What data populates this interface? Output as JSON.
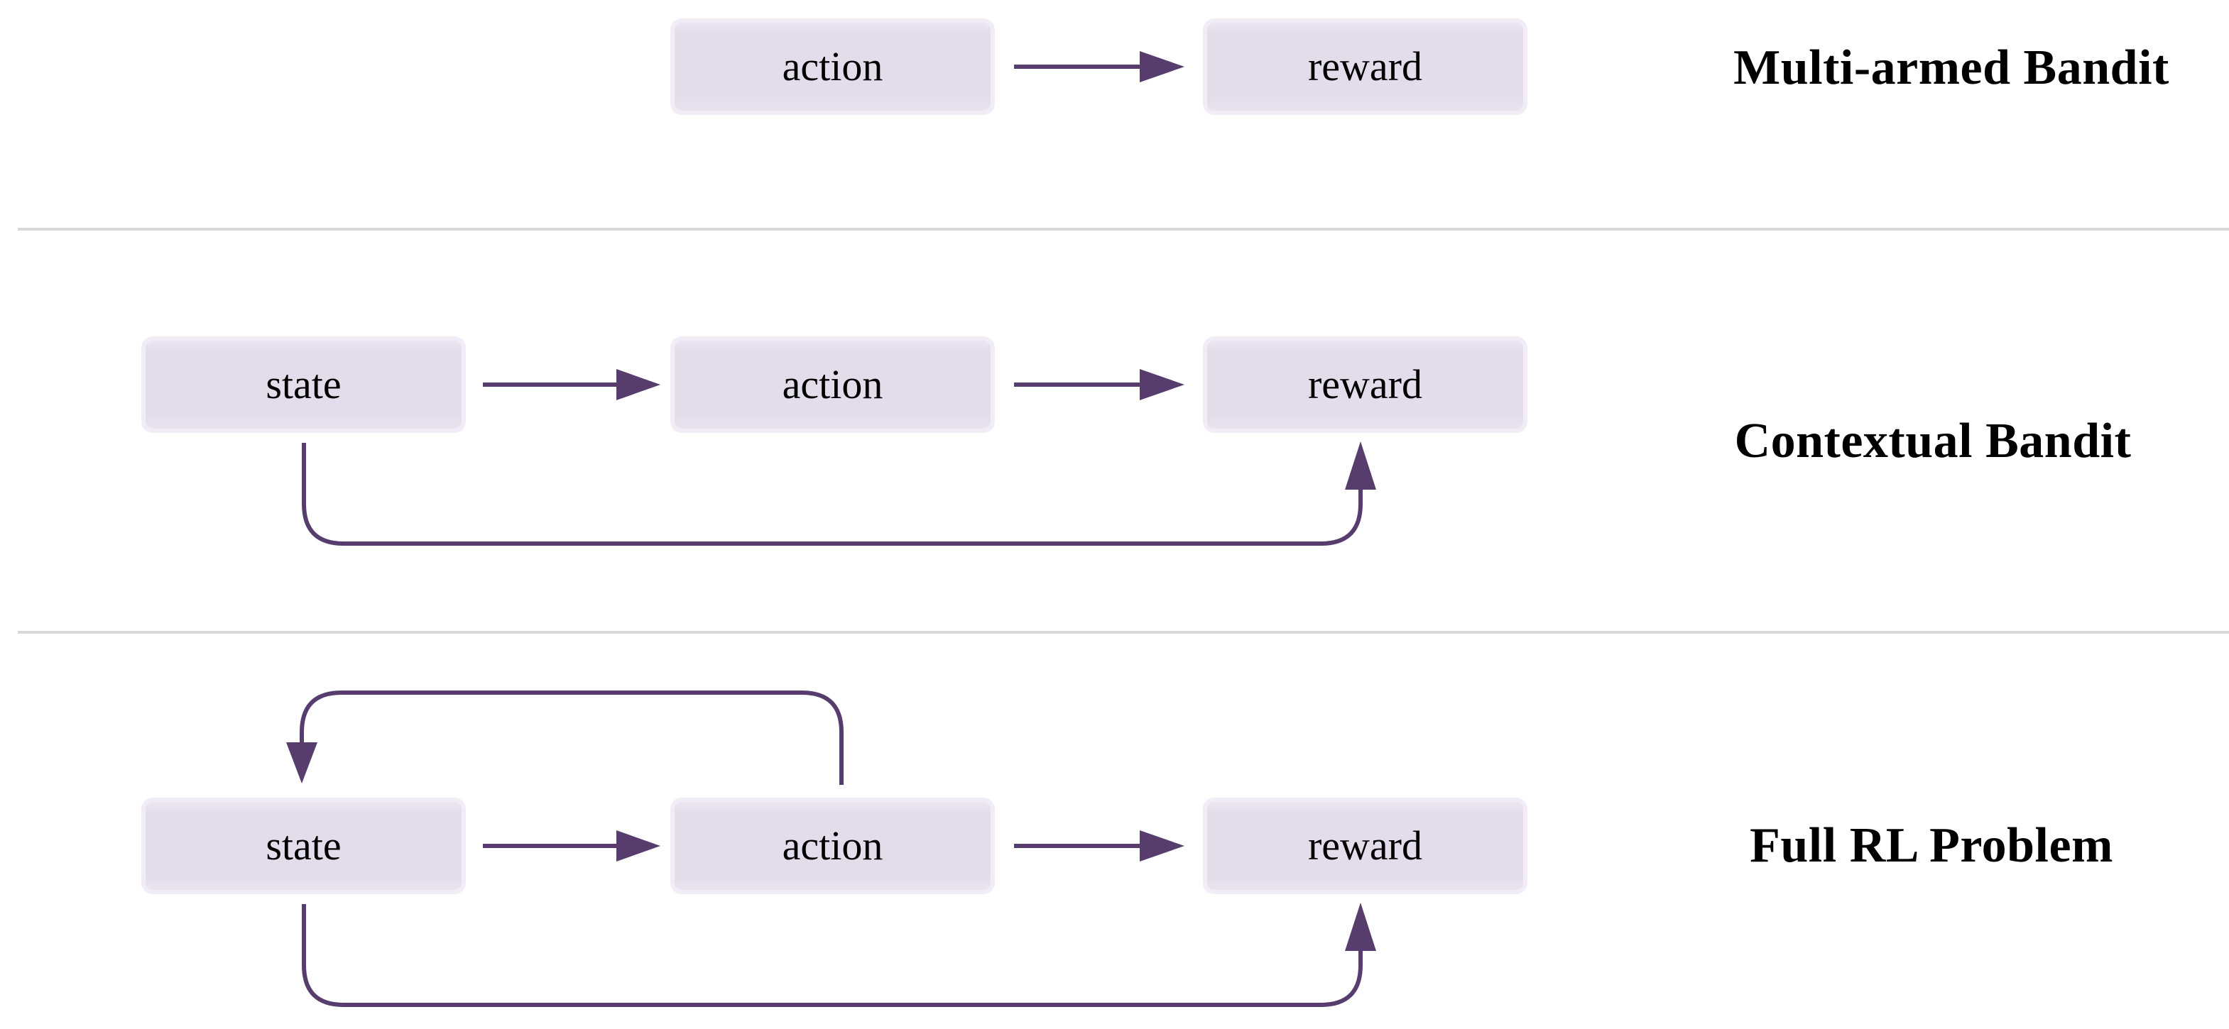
{
  "colors": {
    "background": "#ffffff",
    "box_fill": "#e3dceb",
    "box_edge": "#f1ecf6",
    "arrow": "#563d6e",
    "divider": "#d8d8d8",
    "label_text": "#000000",
    "title_text": "#000000"
  },
  "rows": [
    {
      "title": "Multi-armed Bandit",
      "boxes": [
        "action",
        "reward"
      ],
      "edges": [
        {
          "from": "action",
          "to": "reward",
          "type": "straight"
        }
      ]
    },
    {
      "title": "Contextual Bandit",
      "boxes": [
        "state",
        "action",
        "reward"
      ],
      "edges": [
        {
          "from": "state",
          "to": "action",
          "type": "straight"
        },
        {
          "from": "action",
          "to": "reward",
          "type": "straight"
        },
        {
          "from": "state",
          "to": "reward",
          "type": "curved-under"
        }
      ]
    },
    {
      "title": "Full RL Problem",
      "boxes": [
        "state",
        "action",
        "reward"
      ],
      "edges": [
        {
          "from": "state",
          "to": "action",
          "type": "straight"
        },
        {
          "from": "action",
          "to": "reward",
          "type": "straight"
        },
        {
          "from": "state",
          "to": "reward",
          "type": "curved-under"
        },
        {
          "from": "action",
          "to": "state",
          "type": "loop-over"
        }
      ]
    }
  ]
}
